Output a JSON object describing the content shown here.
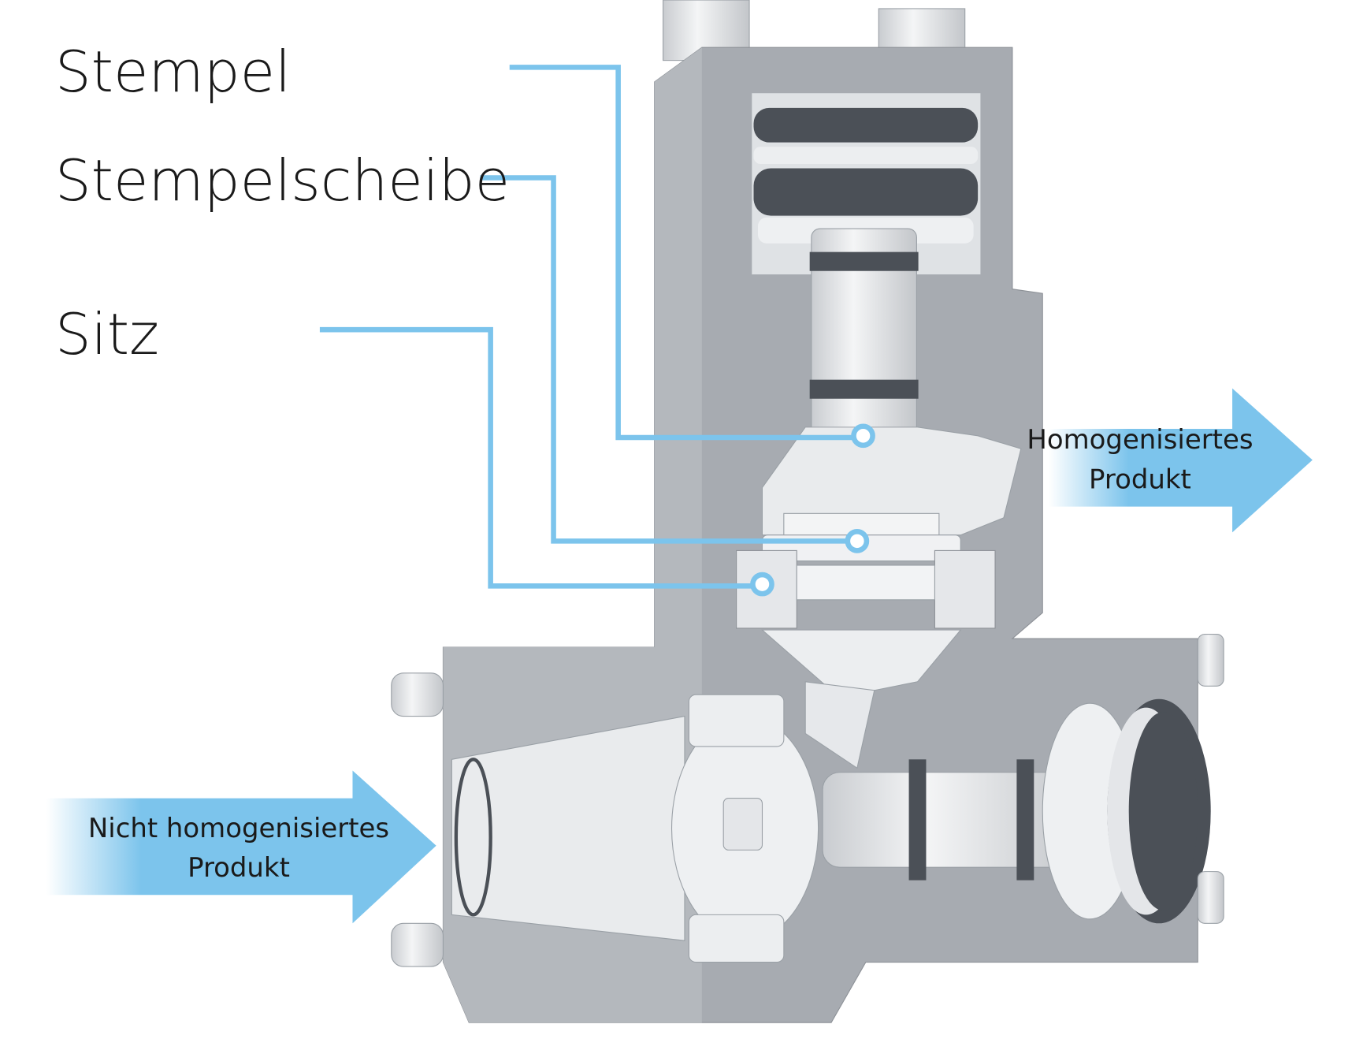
{
  "labels": {
    "stempel": "Stempel",
    "stempelscheibe": "Stempelscheibe",
    "sitz": "Sitz"
  },
  "flows": {
    "outlet": {
      "line1": "Homogenisiertes",
      "line2": "Produkt"
    },
    "inlet": {
      "line1": "Nicht homogenisiertes",
      "line2": "Produkt"
    }
  },
  "colors": {
    "accent": "#7cc4ec",
    "body": "#a7abb1",
    "interior": "#e9ebed",
    "ring": "#4b5057"
  }
}
